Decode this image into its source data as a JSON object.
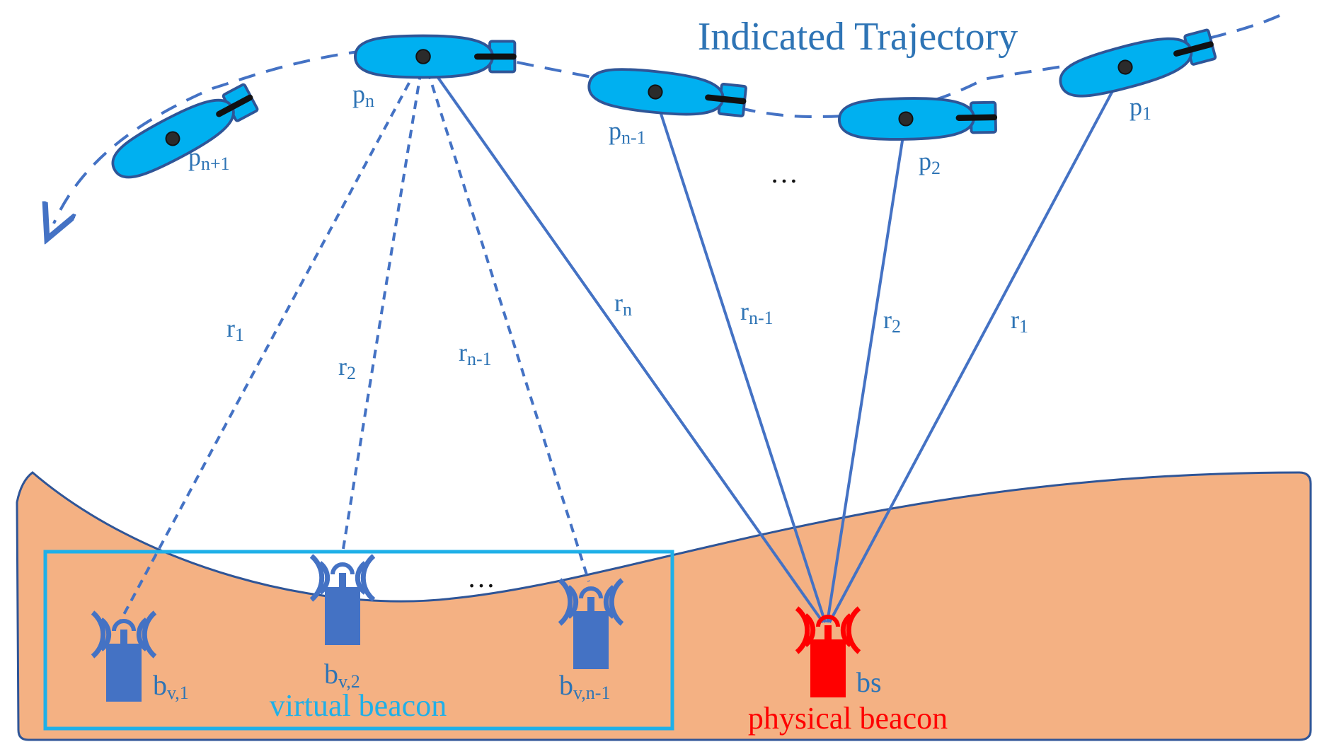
{
  "title": "Indicated Trajectory",
  "colors": {
    "vehicle": "#00b0f0",
    "outline": "#2f5597",
    "line": "#4472c4",
    "label": "#2e74b5",
    "seabed": "#f4b183",
    "virtual_box": "#1fb0e8",
    "physical": "#ff0000"
  },
  "positions": {
    "p_n_plus_1": {
      "base": "p",
      "sub": "n+1"
    },
    "p_n": {
      "base": "p",
      "sub": "n"
    },
    "p_n_minus_1": {
      "base": "p",
      "sub": "n-1"
    },
    "p_2": {
      "base": "p",
      "sub": "2"
    },
    "p_1": {
      "base": "p",
      "sub": "1"
    }
  },
  "ellipsis": "…",
  "ranges_virtual": [
    {
      "base": "r",
      "sub": "1"
    },
    {
      "base": "r",
      "sub": "2"
    },
    {
      "base": "r",
      "sub": "n-1"
    }
  ],
  "ranges_physical": [
    {
      "base": "r",
      "sub": "n"
    },
    {
      "base": "r",
      "sub": "n-1"
    },
    {
      "base": "r",
      "sub": "2"
    },
    {
      "base": "r",
      "sub": "1"
    }
  ],
  "beacons": {
    "bv1": {
      "base": "b",
      "sub": "v,1"
    },
    "bv2": {
      "base": "b",
      "sub": "v,2"
    },
    "bvn1": {
      "base": "b",
      "sub": "v,n-1"
    },
    "bs": {
      "base": "b",
      "sub": "s"
    }
  },
  "virtual_label": "virtual beacon",
  "physical_label": "physical beacon"
}
